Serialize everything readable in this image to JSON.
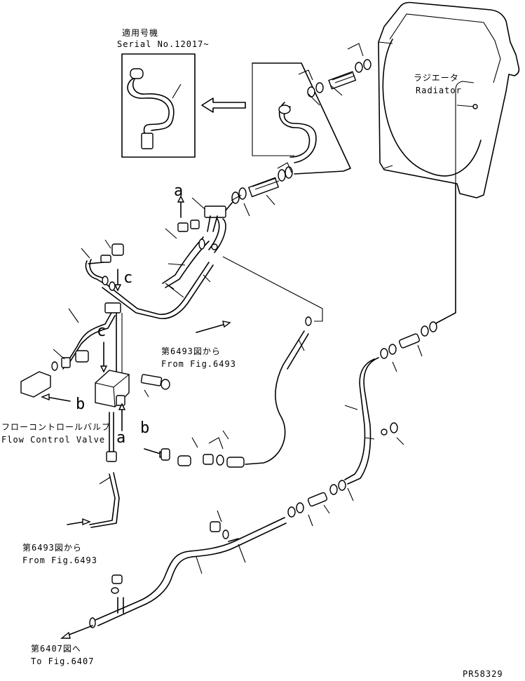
{
  "inset": {
    "serial_jp": "適用号機",
    "serial_en": "Serial No.12017~"
  },
  "radiator": {
    "jp": "ラジエータ",
    "en": "Radiator"
  },
  "flow_control_valve": {
    "jp": "フローコントロールバルブ",
    "en": "Flow Control Valve"
  },
  "refs": {
    "from_6493_top_jp": "第6493図から",
    "from_6493_top_en": "From Fig.6493",
    "from_6493_bottom_jp": "第6493図から",
    "from_6493_bottom_en": "From Fig.6493",
    "to_6407_jp": "第6407図へ",
    "to_6407_en": "To Fig.6407"
  },
  "view_markers": {
    "a_top": "a",
    "c_left": "c",
    "c_valve": "c",
    "b_left": "b",
    "a_valve": "a",
    "b_mid": "b"
  },
  "drawing_number": "PR58329"
}
